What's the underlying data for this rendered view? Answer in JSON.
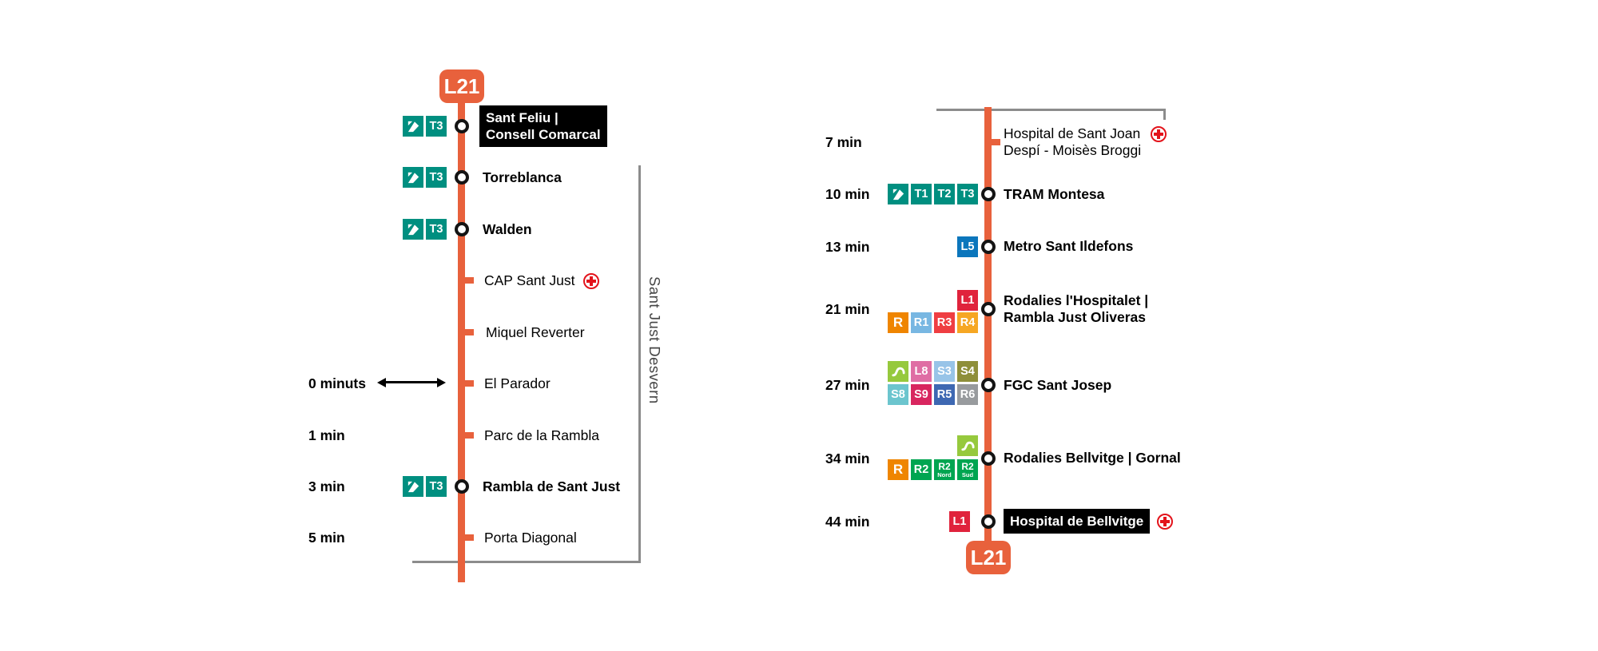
{
  "line": {
    "id": "L21",
    "color": "#E8613C"
  },
  "colors": {
    "boundary": "#8C8C8C",
    "medical_cross": "#E3131B",
    "stop_marker_border": "#141414"
  },
  "badges": {
    "tram": {
      "color": "#008F80",
      "icon": "tram-logo"
    },
    "t1": {
      "label": "T1",
      "color": "#008F80"
    },
    "t2": {
      "label": "T2",
      "color": "#008F80"
    },
    "t3": {
      "label": "T3",
      "color": "#008F80"
    },
    "l5": {
      "label": "L5",
      "color": "#0B76BC"
    },
    "l1": {
      "label": "L1",
      "color": "#E0233C"
    },
    "r": {
      "label": "R",
      "color": "#EF8500"
    },
    "r1": {
      "label": "R1",
      "color": "#78B7E2"
    },
    "r3": {
      "label": "R3",
      "color": "#EF3E42"
    },
    "r4": {
      "label": "R4",
      "color": "#F6A723"
    },
    "fgc": {
      "color": "#96C93D",
      "icon": "fgc-logo"
    },
    "l8": {
      "label": "L8",
      "color": "#DF6EA4"
    },
    "s3": {
      "label": "S3",
      "color": "#98C4E8"
    },
    "s4": {
      "label": "S4",
      "color": "#8E8F3A"
    },
    "s8": {
      "label": "S8",
      "color": "#6CC5CE"
    },
    "s9": {
      "label": "S9",
      "color": "#D8265F"
    },
    "r5": {
      "label": "R5",
      "color": "#3E68B2"
    },
    "r6": {
      "label": "R6",
      "color": "#989B9E"
    },
    "r2": {
      "label": "R2",
      "color": "#00A551"
    },
    "r2nord": {
      "top": "R2",
      "sub": "Nord",
      "color": "#00A551"
    },
    "r2sud": {
      "top": "R2",
      "sub": "Sud",
      "color": "#00A551"
    }
  },
  "left": {
    "municipality": "Sant Just Desvern",
    "stops": {
      "sant_feliu": {
        "line1": "Sant Feliu |",
        "line2": "Consell Comarcal"
      },
      "torreblanca": {
        "name": "Torreblanca"
      },
      "walden": {
        "name": "Walden"
      },
      "cap_sant_just": {
        "name": "CAP Sant Just"
      },
      "miquel_reverter": {
        "name": "Miquel Reverter"
      },
      "el_parador": {
        "name": "El Parador",
        "time": "0 minuts"
      },
      "parc_de_la_rambla": {
        "name": "Parc de la Rambla",
        "time": "1 min"
      },
      "rambla_de_sant_just": {
        "name": "Rambla de Sant Just",
        "time": "3 min"
      },
      "porta_diagonal": {
        "name": "Porta Diagonal",
        "time": "5 min"
      }
    }
  },
  "right": {
    "stops": {
      "sant_joan_despi": {
        "time": "7 min",
        "line1": "Hospital de Sant Joan",
        "line2": "Despí - Moisès Broggi"
      },
      "tram_montesa": {
        "time": "10 min",
        "name": "TRAM Montesa"
      },
      "metro_sant_ildefons": {
        "time": "13 min",
        "name": "Metro Sant Ildefons"
      },
      "rodalies_hospitalet": {
        "time": "21 min",
        "line1": "Rodalies l'Hospitalet |",
        "line2": "Rambla Just Oliveras"
      },
      "fgc_sant_josep": {
        "time": "27 min",
        "name": "FGC Sant Josep"
      },
      "rodalies_bellvitge": {
        "time": "34 min",
        "name": "Rodalies Bellvitge | Gornal"
      },
      "hospital_de_bellvitge": {
        "time": "44 min",
        "name": "Hospital de Bellvitge"
      }
    }
  }
}
